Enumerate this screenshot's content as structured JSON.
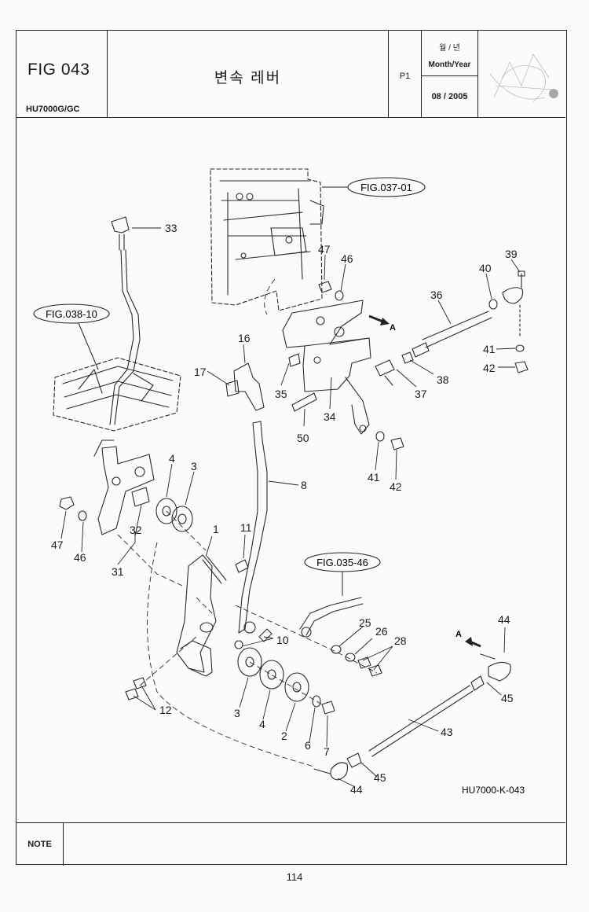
{
  "header": {
    "fig_number": "FIG 043",
    "model": "HU7000G/GC",
    "title": "변속 레버",
    "page": "P1",
    "month_year_kr": "월 / 년",
    "month_year_en": "Month/Year",
    "date": "08 / 2005"
  },
  "references": {
    "fig_037": "FIG.037-01",
    "fig_038": "FIG.038-10",
    "fig_035": "FIG.035-46"
  },
  "arrow_labels": {
    "a1": "A",
    "a2": "A"
  },
  "callouts": {
    "c33": "33",
    "c47a": "47",
    "c46a": "46",
    "c39": "39",
    "c40": "40",
    "c36": "36",
    "c16": "16",
    "c17": "17",
    "c35": "35",
    "c34": "34",
    "c37": "37",
    "c38": "38",
    "c41a": "41",
    "c42a": "42",
    "c50": "50",
    "c41b": "41",
    "c42b": "42",
    "c4a": "4",
    "c3a": "3",
    "c8": "8",
    "c47b": "47",
    "c46b": "46",
    "c32": "32",
    "c31": "31",
    "c1": "1",
    "c11": "11",
    "c25": "25",
    "c26": "26",
    "c28": "28",
    "c10": "10",
    "c44a": "44",
    "c45a": "45",
    "c3b": "3",
    "c4b": "4",
    "c2": "2",
    "c6": "6",
    "c7": "7",
    "c12": "12",
    "c43": "43",
    "c45b": "45",
    "c44b": "44"
  },
  "drawing_code": "HU7000-K-043",
  "note_label": "NOTE",
  "page_number": "114"
}
